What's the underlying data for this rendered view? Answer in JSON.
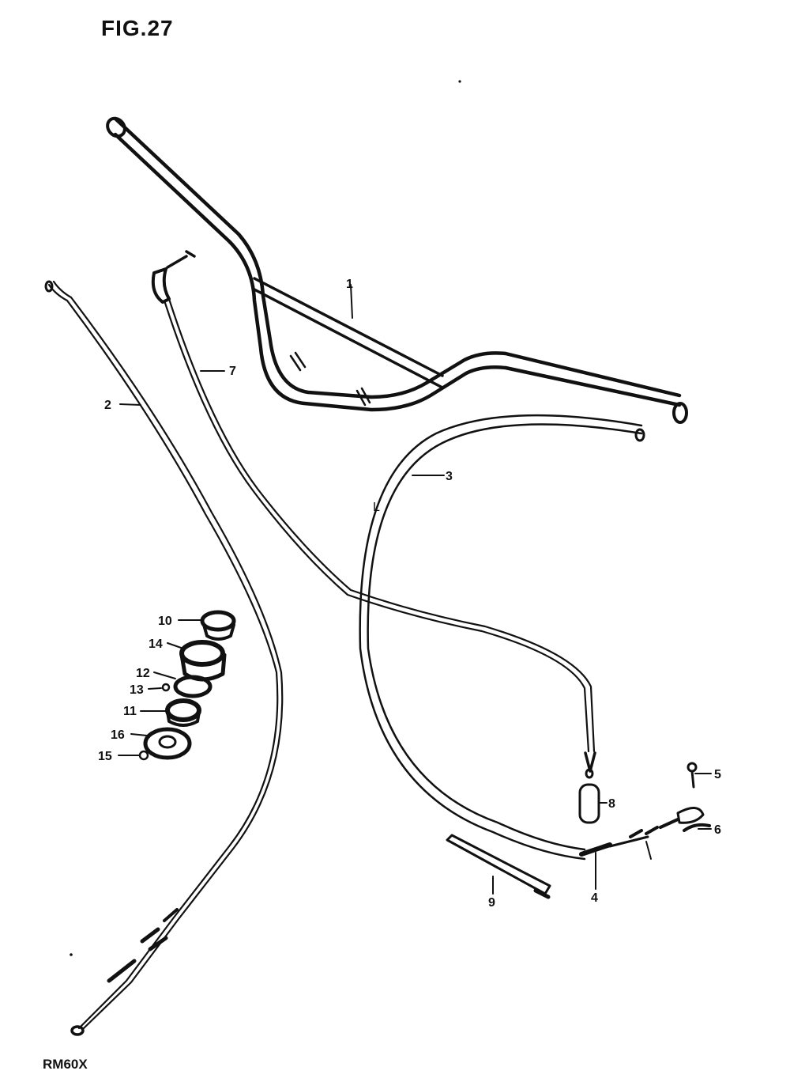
{
  "figure": {
    "title": "FIG.27",
    "model": "RM60X"
  },
  "parts": [
    {
      "id": "p1",
      "label": "1",
      "name": "handlebar"
    },
    {
      "id": "p2",
      "label": "2",
      "name": "clutch-cable"
    },
    {
      "id": "p3",
      "label": "3",
      "name": "brake-cable"
    },
    {
      "id": "p4",
      "label": "4",
      "name": "brake-cable-adjuster"
    },
    {
      "id": "p5",
      "label": "5",
      "name": "pin"
    },
    {
      "id": "p6",
      "label": "6",
      "name": "cotter-pin"
    },
    {
      "id": "p7",
      "label": "7",
      "name": "throttle-cable"
    },
    {
      "id": "p8",
      "label": "8",
      "name": "cable-cap"
    },
    {
      "id": "p9",
      "label": "9",
      "name": "cable-clamp"
    },
    {
      "id": "p10",
      "label": "10",
      "name": "nut"
    },
    {
      "id": "p11",
      "label": "11",
      "name": "bushing"
    },
    {
      "id": "p12",
      "label": "12",
      "name": "washer"
    },
    {
      "id": "p13",
      "label": "13",
      "name": "ball"
    },
    {
      "id": "p14",
      "label": "14",
      "name": "holder"
    },
    {
      "id": "p15",
      "label": "15",
      "name": "ball-small"
    },
    {
      "id": "p16",
      "label": "16",
      "name": "plate-washer"
    }
  ],
  "marks": {
    "cable_side": "L"
  }
}
